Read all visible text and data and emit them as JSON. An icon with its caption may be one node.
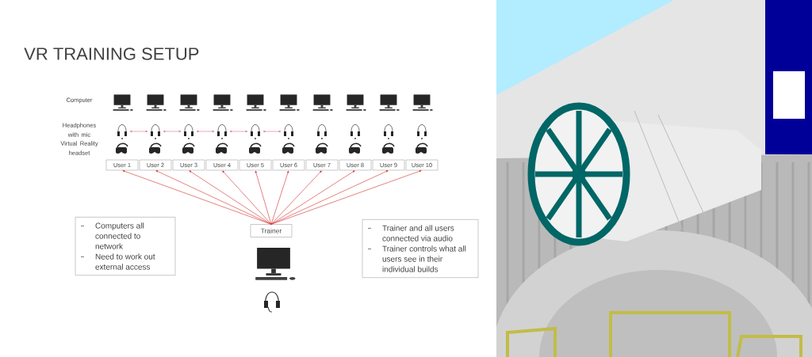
{
  "diagram": {
    "title": "VR TRAINING SETUP",
    "nodes": [
      {
        "text": [],
        "shape": "picture"
      },
      {
        "text": [],
        "shape": "picture"
      },
      {
        "text": [],
        "shape": "picture"
      },
      {
        "text": [],
        "shape": "picture"
      },
      {
        "text": [],
        "shape": "picture"
      },
      {
        "text": [],
        "shape": "picture"
      },
      {
        "text": [],
        "shape": "picture"
      },
      {
        "text": [],
        "shape": "picture"
      },
      {
        "text": [],
        "shape": "picture"
      },
      {
        "text": [],
        "shape": "picture"
      },
      {
        "text": [
          "User 1"
        ]
      },
      {
        "text": [
          "User 2"
        ]
      },
      {
        "text": [
          "User 3"
        ]
      },
      {
        "text": [
          "User 4"
        ]
      },
      {
        "text": [
          "User 5"
        ]
      },
      {
        "text": [
          "User 6"
        ]
      },
      {
        "text": [
          "User 7"
        ]
      },
      {
        "text": [
          "User 8"
        ]
      },
      {
        "text": [
          "User 9"
        ]
      },
      {
        "text": [
          "User 10"
        ]
      },
      {
        "text": [
          "Trainer"
        ]
      },
      {
        "text": [
          "Computers all connected to network",
          "Need to work out external access"
        ]
      },
      {
        "text": [
          "Trainer and all users connected via audio",
          "Trainer controls what all users see in their individual builds"
        ]
      }
    ],
    "edges": [
      {
        "from": 0,
        "to": 1,
        "arrow": "both",
        "color": "#d9737f"
      },
      {
        "from": 1,
        "to": 2,
        "arrow": "both",
        "color": "#d9737f"
      },
      {
        "from": 2,
        "to": 3,
        "arrow": "both",
        "color": "#d9737f"
      },
      {
        "from": 3,
        "to": 4,
        "arrow": "both",
        "color": "#d9737f"
      },
      {
        "from": 4,
        "to": 5,
        "arrow": "both",
        "color": "#d9737f"
      },
      {
        "from": 20,
        "to": 10,
        "arrow": "to"
      },
      {
        "from": 20,
        "to": 11,
        "arrow": "to"
      },
      {
        "from": 20,
        "to": 12,
        "arrow": "to"
      },
      {
        "from": 20,
        "to": 13,
        "arrow": "to"
      },
      {
        "from": 20,
        "to": 14,
        "arrow": "to"
      },
      {
        "from": 20,
        "to": 15,
        "arrow": "to"
      },
      {
        "from": 20,
        "to": 16,
        "arrow": "to"
      },
      {
        "from": 20,
        "to": 17,
        "arrow": "to"
      },
      {
        "from": 20,
        "to": 18,
        "arrow": "to"
      },
      {
        "from": 20,
        "to": 19,
        "arrow": "to"
      }
    ],
    "labels": [
      "Computer",
      "Headphones with mic",
      "Virtual Reality headset"
    ]
  }
}
